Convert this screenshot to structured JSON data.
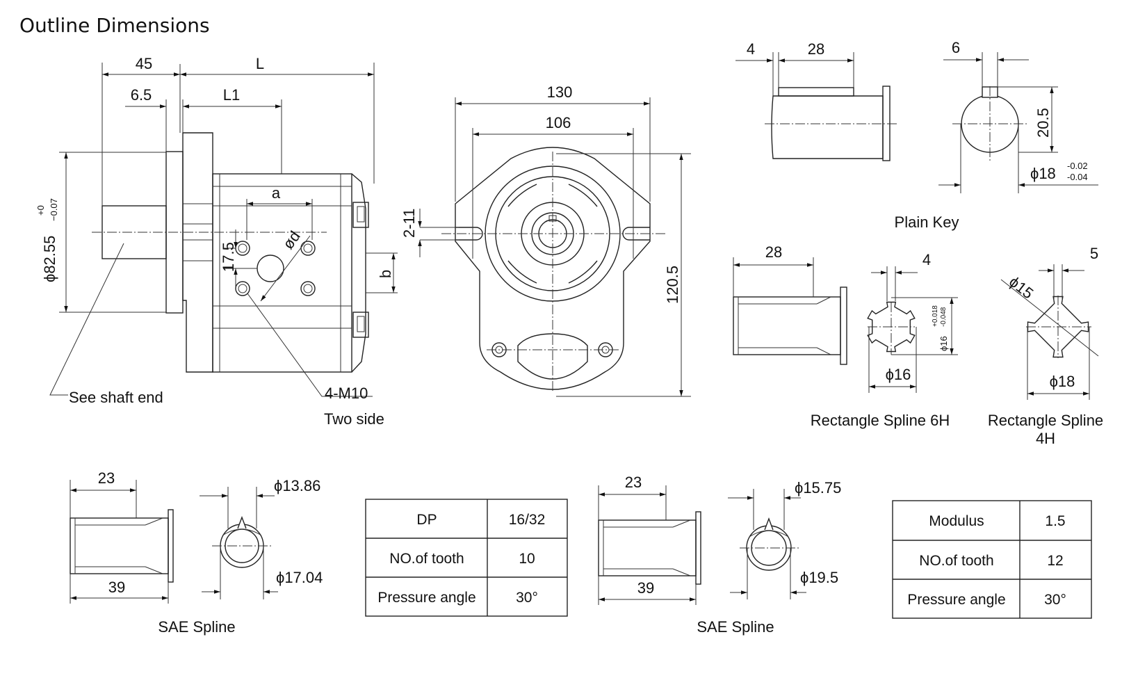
{
  "title": "Outline Dimensions",
  "main_view": {
    "dims": {
      "d45": "45",
      "dL": "L",
      "d6_5": "6.5",
      "dL1": "L1",
      "da": "a",
      "db": "b",
      "d17_5": "17.5",
      "dd": "ød",
      "d82_55": "ϕ82.55",
      "tol_plus": "+0",
      "tol_minus": "−0.07"
    },
    "labels": {
      "shaft": "See shaft end",
      "thread": "4-M10",
      "side": "Two side"
    }
  },
  "front_view": {
    "dims": {
      "d130": "130",
      "d106": "106",
      "d2_11": "2-11",
      "d120_5": "120.5"
    }
  },
  "plain_key": {
    "caption": "Plain Key",
    "dims": {
      "d4": "4",
      "d28": "28",
      "d6": "6",
      "d20_5": "20.5",
      "d18": "ϕ18",
      "tol_upper": "-0.02",
      "tol_lower": "-0.04"
    }
  },
  "spline_6h": {
    "caption": "Rectangle Spline 6H",
    "dims": {
      "d28": "28",
      "d4": "4",
      "d16v": "ϕ16",
      "tol_upper": "+0.018",
      "tol_lower": "-0.048",
      "d16h": "ϕ16"
    }
  },
  "spline_4h": {
    "caption_line1": "Rectangle Spline",
    "caption_line2": "4H",
    "dims": {
      "d5": "5",
      "d15": "ϕ15",
      "d18": "ϕ18"
    }
  },
  "sae_1": {
    "caption": "SAE Spline",
    "dims": {
      "d23": "23",
      "d39": "39",
      "d13_86": "ϕ13.86",
      "d17_04": "ϕ17.04"
    },
    "table": [
      [
        "DP",
        "16/32"
      ],
      [
        "NO.of tooth",
        "10"
      ],
      [
        "Pressure angle",
        "30°"
      ]
    ]
  },
  "sae_2": {
    "caption": "SAE Spline",
    "dims": {
      "d23": "23",
      "d39": "39",
      "d15_75": "ϕ15.75",
      "d19_5": "ϕ19.5"
    },
    "table": [
      [
        "Modulus",
        "1.5"
      ],
      [
        "NO.of tooth",
        "12"
      ],
      [
        "Pressure angle",
        "30°"
      ]
    ]
  }
}
